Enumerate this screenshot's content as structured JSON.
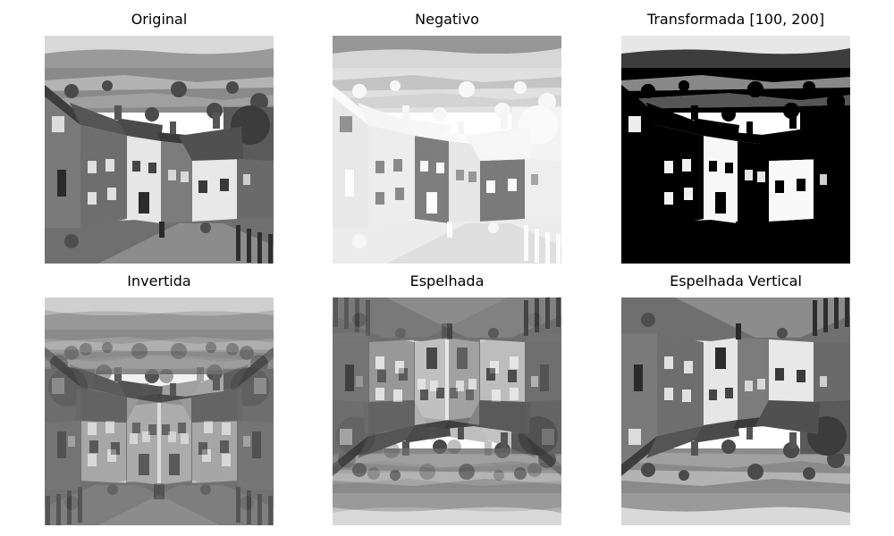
{
  "panels": [
    {
      "title": "Original",
      "variant": "original"
    },
    {
      "title": "Negativo",
      "variant": "negative"
    },
    {
      "title": "Transformada [100, 200]",
      "variant": "threshold"
    },
    {
      "title": "Invertida",
      "variant": "blend-flip"
    },
    {
      "title": "Espelhada",
      "variant": "mirror"
    },
    {
      "title": "Espelhada Vertical",
      "variant": "vertical-mirror"
    }
  ]
}
